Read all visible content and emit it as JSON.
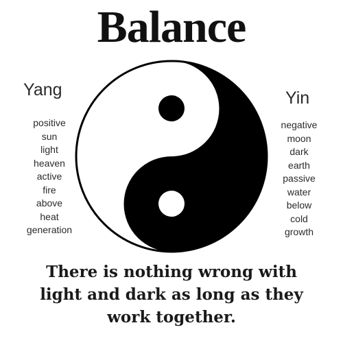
{
  "title": "Balance",
  "yang": {
    "label": "Yang",
    "words": [
      "positive",
      "sun",
      "light",
      "heaven",
      "active",
      "fire",
      "above",
      "heat",
      "generation"
    ]
  },
  "yin": {
    "label": "Yin",
    "words": [
      "negative",
      "moon",
      "dark",
      "earth",
      "passive",
      "water",
      "below",
      "cold",
      "growth"
    ]
  },
  "symbol": {
    "icon": "yin-yang-icon",
    "dark_color": "#000000",
    "light_color": "#ffffff"
  },
  "caption": {
    "lines": [
      "There is nothing wrong with",
      "light and dark as long as they",
      "work together."
    ]
  }
}
